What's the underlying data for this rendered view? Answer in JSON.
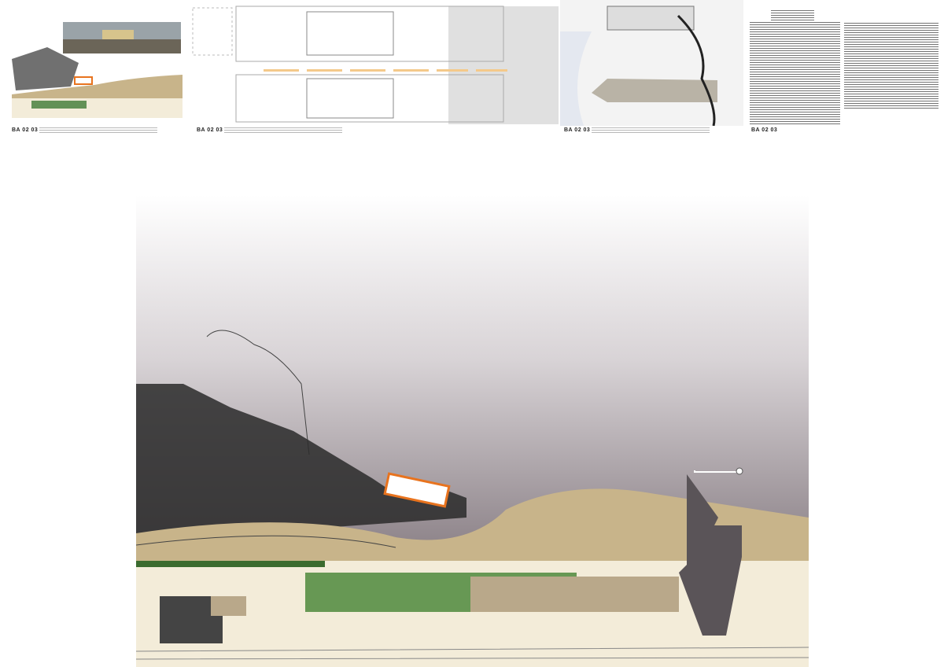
{
  "board": {
    "panels": [
      {
        "code": "BA 02 03"
      },
      {
        "code": "BA 02 03"
      },
      {
        "code": "BA 02 03"
      },
      {
        "code": "BA 02 03"
      }
    ]
  },
  "colors": {
    "highlight": "#e8731e",
    "sand": "#c8b48a",
    "ground": "#f3ecd9",
    "sky_bottom": "#8a8087"
  }
}
